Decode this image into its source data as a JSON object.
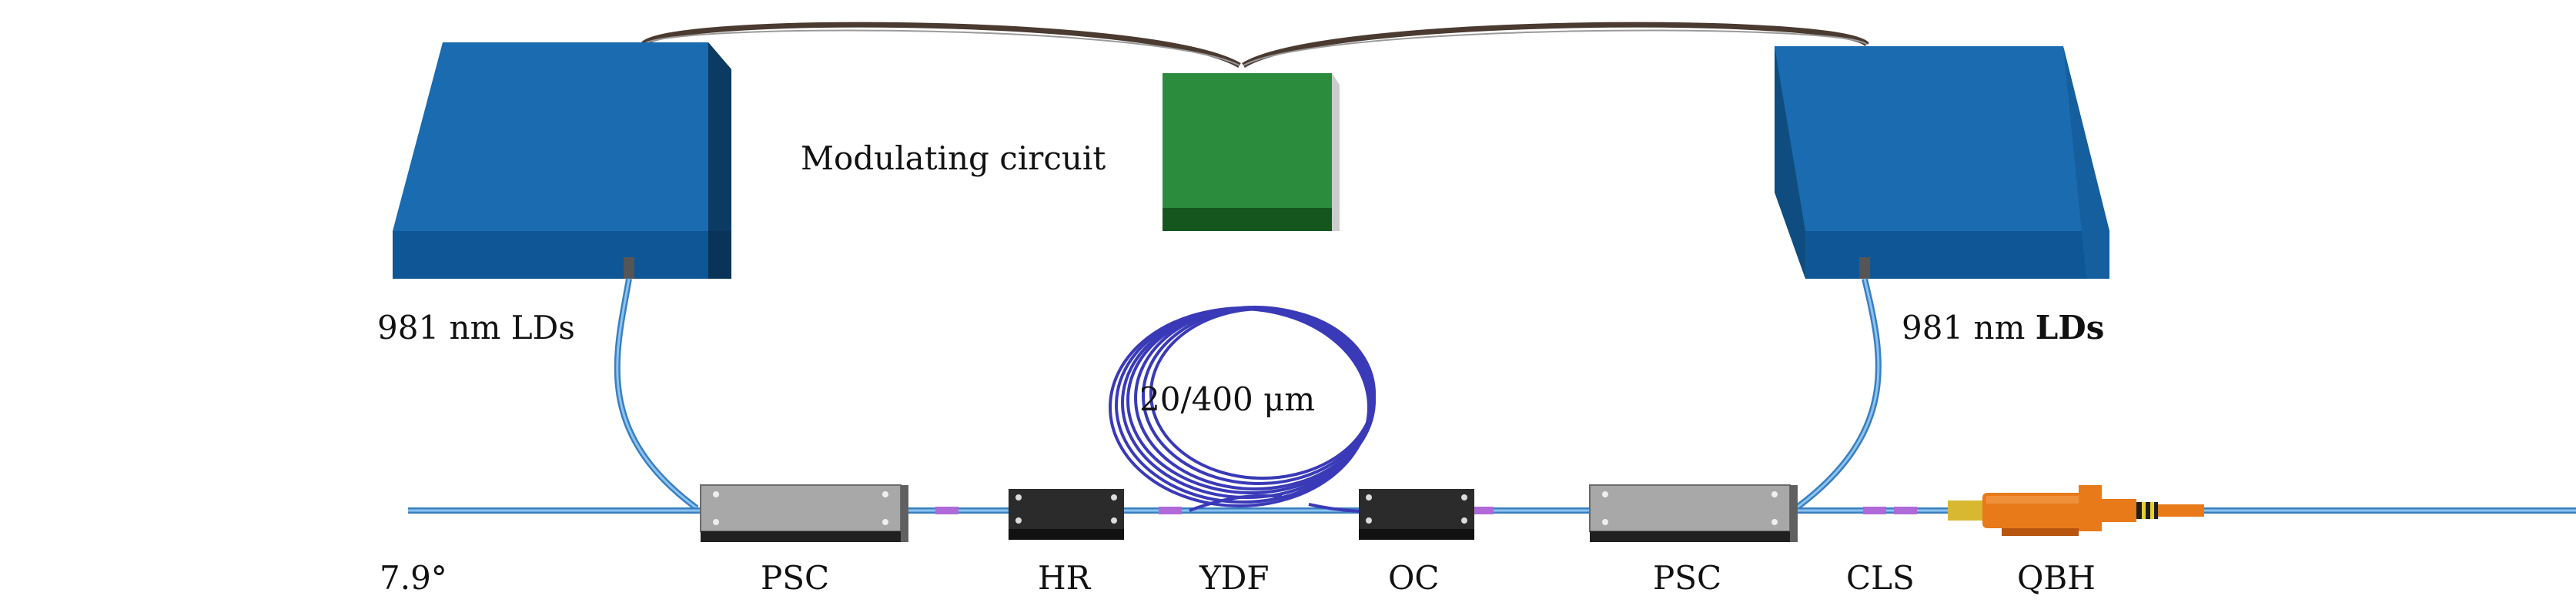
{
  "diagram": {
    "labels": {
      "modulating_circuit": "Modulating circuit",
      "ld_left": "981 nm LDs",
      "ld_right_prefix": "981 nm ",
      "ld_right_bold": "LDs",
      "ydf_spec": "20/400 μm",
      "angle": "7.9°",
      "psc_left": "PSC",
      "hr": "HR",
      "ydf": "YDF",
      "oc": "OC",
      "psc_right": "PSC",
      "cls": "CLS",
      "qbh": "QBH"
    },
    "colors": {
      "ld_box": "#1565a8",
      "modulator": "#238a3a",
      "fiber": "#4a9ee0",
      "coil": "#3a3ab8",
      "psc": "#a8a8a8",
      "grating": "#2b2b2b",
      "qbh": "#e87a1a",
      "cable": "#4a3a30"
    }
  }
}
